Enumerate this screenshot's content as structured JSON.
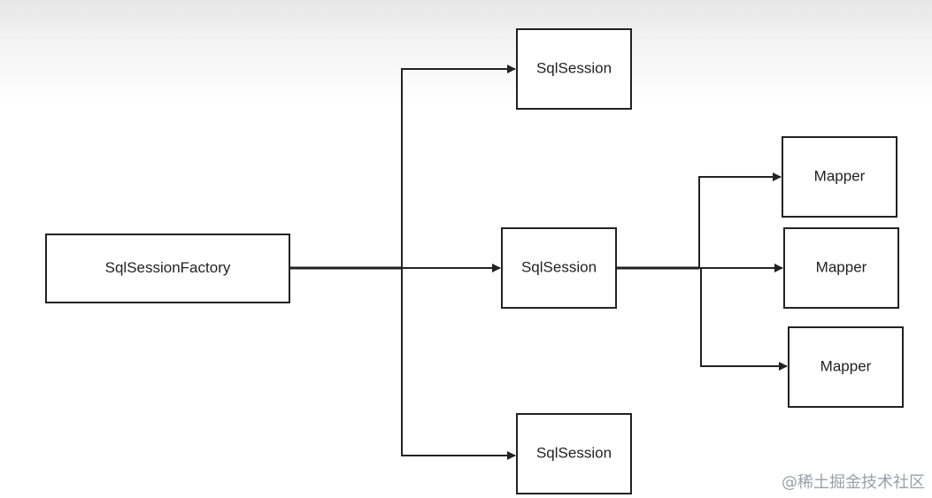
{
  "diagram": {
    "nodes": {
      "factory": {
        "label": "SqlSessionFactory"
      },
      "session_top": {
        "label": "SqlSession"
      },
      "session_mid": {
        "label": "SqlSession"
      },
      "session_bottom": {
        "label": "SqlSession"
      },
      "mapper_top": {
        "label": "Mapper"
      },
      "mapper_mid": {
        "label": "Mapper"
      },
      "mapper_bottom": {
        "label": "Mapper"
      }
    },
    "edges": [
      {
        "from": "factory",
        "to": "session_top"
      },
      {
        "from": "factory",
        "to": "session_mid"
      },
      {
        "from": "factory",
        "to": "session_bottom"
      },
      {
        "from": "session_mid",
        "to": "mapper_top"
      },
      {
        "from": "session_mid",
        "to": "mapper_mid"
      },
      {
        "from": "session_mid",
        "to": "mapper_bottom"
      }
    ]
  },
  "watermark": {
    "text": "@稀土掘金技术社区"
  },
  "colors": {
    "stroke": "#222222",
    "watermark": "#9aa0a6"
  }
}
